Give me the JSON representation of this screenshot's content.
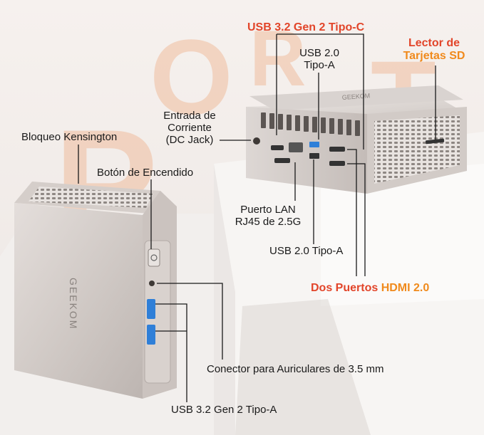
{
  "colors": {
    "accent_red": "#e2452a",
    "accent_orange": "#f08a1c",
    "callout_line": "#1a1a1a",
    "background": "#f4efec",
    "device_body": "#d6d0cc",
    "port_blue": "#2f7fd8"
  },
  "device": {
    "brand_front": "GEEKOM",
    "brand_top": "GEEKOM"
  },
  "labels": {
    "usb32_tipo_c": "USB 3.2 Gen 2 Tipo-C",
    "lector_line1": "Lector de",
    "lector_line2": "Tarjetas SD",
    "usb20_top_line1": "USB 2.0",
    "usb20_top_line2": "Tipo-A",
    "dc_line1": "Entrada de",
    "dc_line2": "Corriente",
    "dc_line3": "(DC Jack)",
    "kensington": "Bloqueo Kensington",
    "power_button": "Botón de Encendido",
    "lan_line1": "Puerto LAN",
    "lan_line2": "RJ45 de 2.5G",
    "usb20_bottom": "USB 2.0 Tipo-A",
    "hdmi_part1": "Dos Puertos ",
    "hdmi_part2": "HDMI 2.0",
    "headphone": "Conector para Auriculares de 3.5 mm",
    "usb32_tipo_a": "USB 3.2 Gen 2 Tipo-A"
  }
}
